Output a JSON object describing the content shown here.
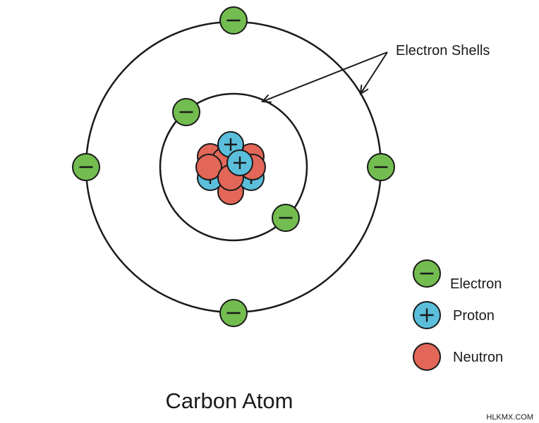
{
  "title": "Carbon Atom",
  "annotation": "Electron Shells",
  "watermark": "HLKMX.COM",
  "legend": {
    "items": [
      {
        "key": "electron",
        "label": "Electron",
        "symbol": "−"
      },
      {
        "key": "proton",
        "label": "Proton",
        "symbol": "+"
      },
      {
        "key": "neutron",
        "label": "Neutron",
        "symbol": ""
      }
    ]
  },
  "colors": {
    "electron": "#73bd50",
    "proton": "#5bbfdc",
    "neutron": "#e36758",
    "stroke": "#1a1a1a"
  },
  "atom": {
    "element": "Carbon",
    "protons": 6,
    "neutrons": 6,
    "electrons": 6,
    "shells": [
      {
        "electron_count": 2
      },
      {
        "electron_count": 4
      }
    ]
  }
}
